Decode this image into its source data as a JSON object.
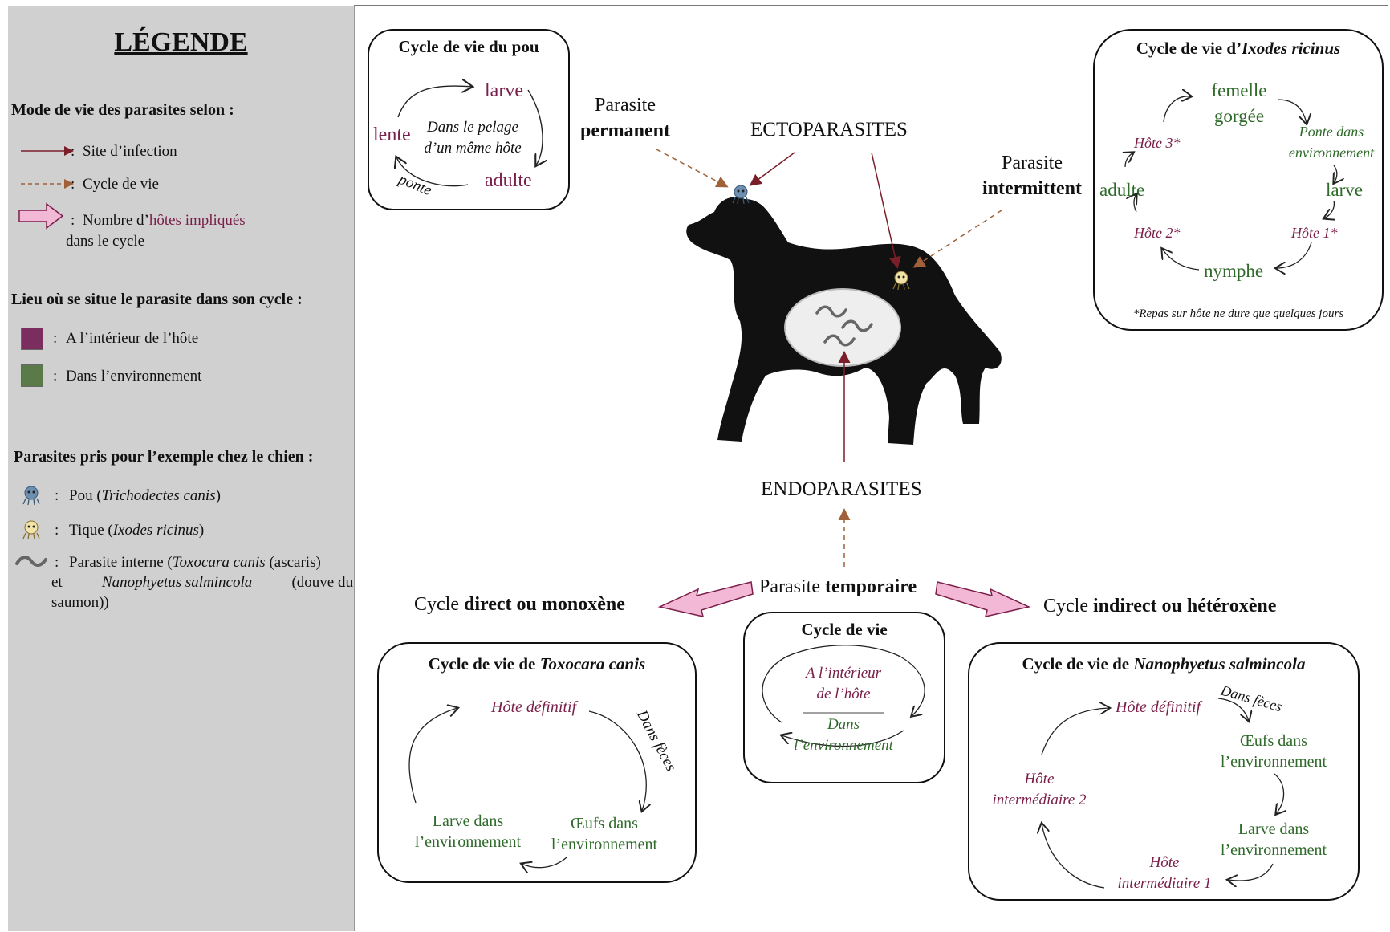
{
  "legend": {
    "title": "LÉGENDE",
    "mode_heading": "Mode de vie des parasites selon :",
    "site_infection": "Site d’infection",
    "cycle_vie": "Cycle de vie",
    "nb_hotes_prefix": "Nombre d’",
    "nb_hotes_word": "hôtes impliqués",
    "nb_hotes_line2": "dans le cycle",
    "lieu_heading": "Lieu où se situe le parasite dans son cycle :",
    "interieur": "A l’intérieur de l’hôte",
    "environnement": "Dans l’environnement",
    "exemples_heading": "Parasites pris pour l’exemple chez le chien :",
    "pou_prefix": "Pou (",
    "pou_name": "Trichodectes canis",
    "tique_prefix": "Tique (",
    "tique_name": "Ixodes ricinus",
    "closing": ")",
    "interne_prefix": "Parasite interne (",
    "interne_name": "Toxocara canis",
    "interne_mid": " (ascaris)",
    "interne_l2_et": "et",
    "interne_l2_name": "Nanophyetus salmincola",
    "interne_l2_rest": "(douve du",
    "interne_l3": "saumon))",
    "colon": ":"
  },
  "colors": {
    "interieur": "#7a2d5e",
    "environnement": "#5a7a48",
    "site_arrow": "#7a1f2a",
    "cycle_arrow": "#a0603a",
    "host_arrow": "#f2b8d6"
  },
  "center": {
    "ecto": "ECTOPARASITES",
    "endo": "ENDOPARASITES",
    "permanent_1": "Parasite",
    "permanent_2": "permanent",
    "intermittent_1": "Parasite",
    "intermittent_2": "intermittent",
    "temporaire_1": "Parasite ",
    "temporaire_2": "temporaire",
    "direct_1": "Cycle ",
    "direct_2": "direct ou monoxène",
    "indirect_1": "Cycle ",
    "indirect_2": "indirect ou hétéroxène"
  },
  "pou_box": {
    "title": "Cycle de vie du pou",
    "larve": "larve",
    "lente": "lente",
    "adulte": "adulte",
    "middle_1": "Dans le pelage",
    "middle_2": "d’un même hôte",
    "ponte": "ponte"
  },
  "ixodes_box": {
    "title_prefix": "Cycle de vie d’",
    "title_name": "Ixodes ricinus",
    "femelle_1": "femelle",
    "femelle_2": "gorgée",
    "ponte_1": "Ponte dans",
    "ponte_2": "environnement",
    "larve": "larve",
    "hote1": "Hôte 1*",
    "nymphe": "nymphe",
    "hote2": "Hôte 2*",
    "adulte": "adulte",
    "hote3": "Hôte 3*",
    "note": "*Repas sur hôte ne dure que quelques jours"
  },
  "cycle_box": {
    "title": "Cycle de vie",
    "in_1": "A l’intérieur",
    "in_2": "de l’hôte",
    "env_1": "Dans",
    "env_2": "l’environnement"
  },
  "toxo_box": {
    "title_prefix": "Cycle de vie de ",
    "title_name": "Toxocara canis",
    "hote": "Hôte définitif",
    "feces": "Dans fèces",
    "oeufs_1": "Œufs dans",
    "oeufs_2": "l’environnement",
    "larve_1": "Larve dans",
    "larve_2": "l’environnement"
  },
  "nano_box": {
    "title_prefix": "Cycle de vie de ",
    "title_name": "Nanophyetus salmincola",
    "hote": "Hôte définitif",
    "feces": "Dans fèces",
    "oeufs_1": "Œufs dans",
    "oeufs_2": "l’environnement",
    "larve_1": "Larve dans",
    "larve_2": "l’environnement",
    "hi1_1": "Hôte",
    "hi1_2": "intermédiaire 1",
    "hi2_1": "Hôte",
    "hi2_2": "intermédiaire 2"
  }
}
